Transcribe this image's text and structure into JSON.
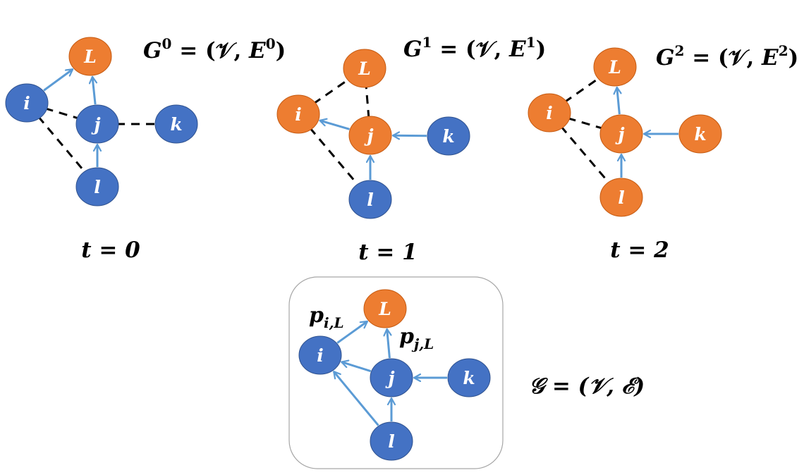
{
  "colors": {
    "blue_node": "#4472C4",
    "orange_node": "#ED7D31",
    "arrow": "#5B9BD5",
    "dashed": "#000000",
    "panel_border": "#A6A6A6"
  },
  "snapshots": [
    {
      "formula": {
        "lhs": "G",
        "sup": "0",
        "mid": " = (𝒱, ",
        "rhs": "E",
        "rsup": "0",
        "end": ")"
      },
      "time_label": "t = 0",
      "nodes": [
        {
          "id": "L",
          "label": "L",
          "color": "orange"
        },
        {
          "id": "i",
          "label": "i",
          "color": "blue"
        },
        {
          "id": "j",
          "label": "j",
          "color": "blue"
        },
        {
          "id": "k",
          "label": "k",
          "color": "blue"
        },
        {
          "id": "l",
          "label": "l",
          "color": "blue"
        }
      ],
      "edges": [
        {
          "from": "i",
          "to": "L",
          "style": "arrow"
        },
        {
          "from": "j",
          "to": "L",
          "style": "arrow"
        },
        {
          "from": "l",
          "to": "j",
          "style": "arrow"
        },
        {
          "from": "i",
          "to": "j",
          "style": "dashed"
        },
        {
          "from": "j",
          "to": "k",
          "style": "dashed"
        },
        {
          "from": "i",
          "to": "l",
          "style": "dashed"
        }
      ]
    },
    {
      "formula": {
        "lhs": "G",
        "sup": "1",
        "mid": " = (𝒱, ",
        "rhs": "E",
        "rsup": "1",
        "end": ")"
      },
      "time_label": "t = 1",
      "nodes": [
        {
          "id": "L",
          "label": "L",
          "color": "orange"
        },
        {
          "id": "i",
          "label": "i",
          "color": "orange"
        },
        {
          "id": "j",
          "label": "j",
          "color": "orange"
        },
        {
          "id": "k",
          "label": "k",
          "color": "blue"
        },
        {
          "id": "l",
          "label": "l",
          "color": "blue"
        }
      ],
      "edges": [
        {
          "from": "j",
          "to": "i",
          "style": "arrow"
        },
        {
          "from": "k",
          "to": "j",
          "style": "arrow"
        },
        {
          "from": "l",
          "to": "j",
          "style": "arrow"
        },
        {
          "from": "i",
          "to": "L",
          "style": "dashed"
        },
        {
          "from": "j",
          "to": "L",
          "style": "dashed"
        },
        {
          "from": "i",
          "to": "l",
          "style": "dashed"
        }
      ]
    },
    {
      "formula": {
        "lhs": "G",
        "sup": "2",
        "mid": " = (𝒱, ",
        "rhs": "E",
        "rsup": "2",
        "end": ")"
      },
      "time_label": "t = 2",
      "nodes": [
        {
          "id": "L",
          "label": "L",
          "color": "orange"
        },
        {
          "id": "i",
          "label": "i",
          "color": "orange"
        },
        {
          "id": "j",
          "label": "j",
          "color": "orange"
        },
        {
          "id": "k",
          "label": "k",
          "color": "orange"
        },
        {
          "id": "l",
          "label": "l",
          "color": "orange"
        }
      ],
      "edges": [
        {
          "from": "j",
          "to": "L",
          "style": "arrow"
        },
        {
          "from": "k",
          "to": "j",
          "style": "arrow"
        },
        {
          "from": "l",
          "to": "j",
          "style": "arrow"
        },
        {
          "from": "i",
          "to": "L",
          "style": "dashed"
        },
        {
          "from": "i",
          "to": "j",
          "style": "dashed"
        },
        {
          "from": "i",
          "to": "l",
          "style": "dashed"
        }
      ]
    }
  ],
  "aggregate": {
    "formula": "𝒢 = (𝒱, ℰ)",
    "nodes": [
      {
        "id": "L",
        "label": "L",
        "color": "orange"
      },
      {
        "id": "i",
        "label": "i",
        "color": "blue"
      },
      {
        "id": "j",
        "label": "j",
        "color": "blue"
      },
      {
        "id": "k",
        "label": "k",
        "color": "blue"
      },
      {
        "id": "l",
        "label": "l",
        "color": "blue"
      }
    ],
    "edges": [
      {
        "from": "i",
        "to": "L",
        "style": "arrow"
      },
      {
        "from": "j",
        "to": "L",
        "style": "arrow"
      },
      {
        "from": "j",
        "to": "i",
        "style": "arrow"
      },
      {
        "from": "k",
        "to": "j",
        "style": "arrow"
      },
      {
        "from": "l",
        "to": "j",
        "style": "arrow"
      },
      {
        "from": "l",
        "to": "i",
        "style": "arrow"
      }
    ],
    "edge_labels": [
      {
        "base": "p",
        "sub": "i,L"
      },
      {
        "base": "p",
        "sub": "j,L"
      }
    ]
  }
}
